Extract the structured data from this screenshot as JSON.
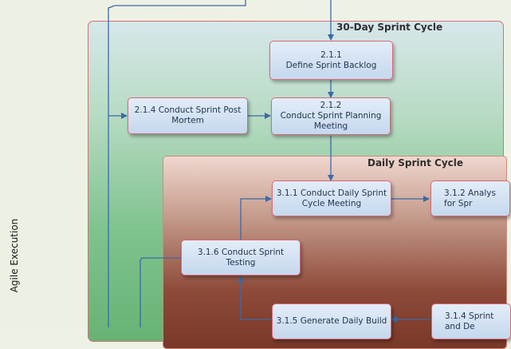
{
  "lane": {
    "label": "Agile Execution"
  },
  "frames": {
    "thirty_day": {
      "title": "30-Day Sprint Cycle"
    },
    "daily": {
      "title": "Daily Sprint Cycle"
    }
  },
  "tasks": {
    "t211": "2.1.1\nDefine Sprint Backlog",
    "t212": "2.1.2\nConduct Sprint Planning\nMeeting",
    "t214": "2.1.4 Conduct Sprint Post\nMortem",
    "t311": "3.1.1 Conduct Daily Sprint\nCycle Meeting",
    "t312": "3.1.2 Analys\nfor Spr",
    "t316": "3.1.6 Conduct Sprint Testing",
    "t315": "3.1.5 Generate Daily Build",
    "t314": "3.1.4 Sprint\nand De"
  },
  "colors": {
    "connector": "#3b6aa8",
    "box_border": "#d86a78"
  }
}
